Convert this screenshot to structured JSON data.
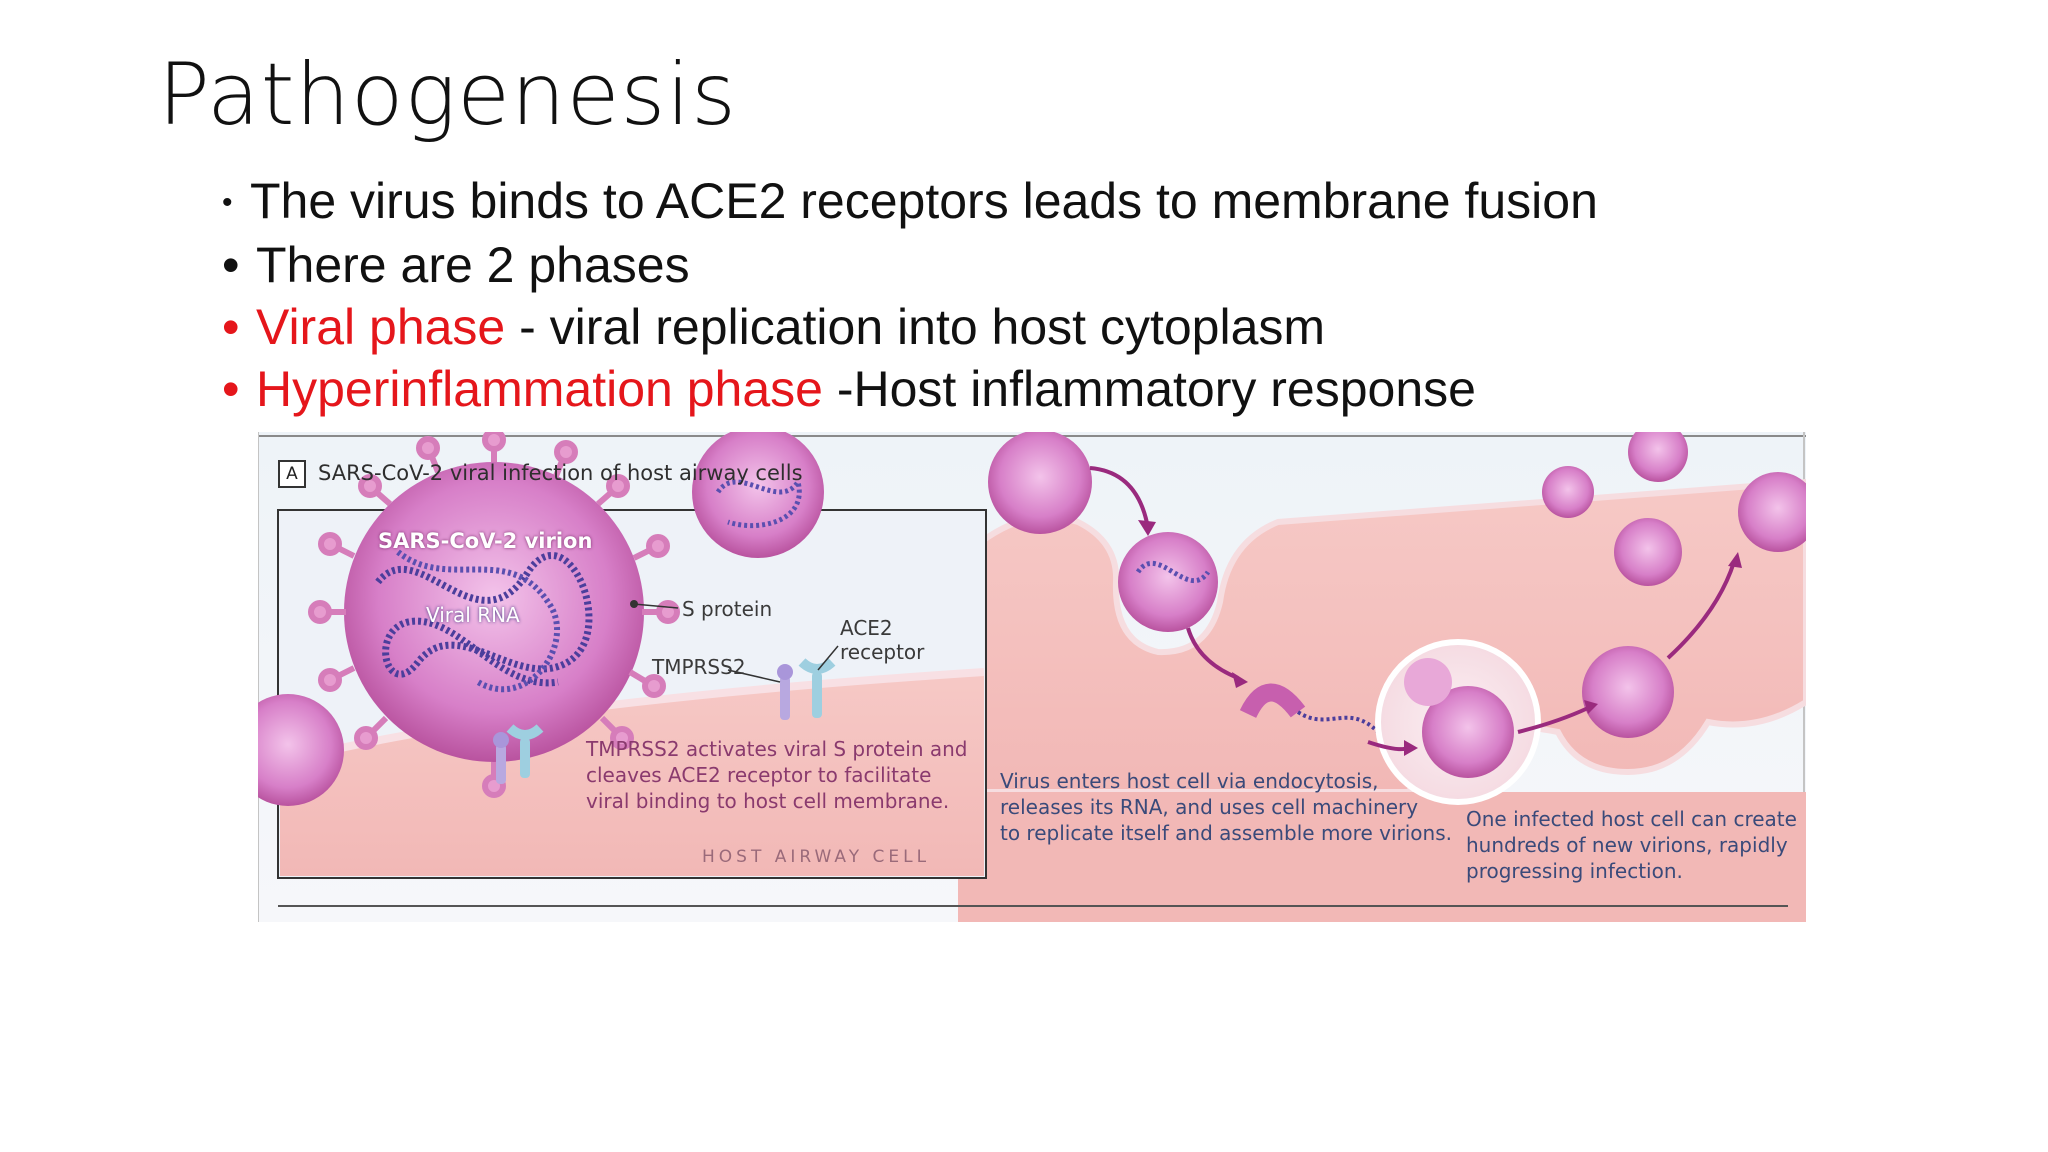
{
  "slide": {
    "title": "Pathogenesis",
    "bullets": [
      {
        "lead": "",
        "text": "The virus binds to ACE2 receptors leads to membrane fusion"
      },
      {
        "lead": "",
        "text": "There are 2 phases"
      },
      {
        "lead": "Viral phase",
        "text": " - viral replication into host cytoplasm"
      },
      {
        "lead": "Hyperinflammation phase",
        "text": " -Host inflammatory response"
      }
    ],
    "bullet_char": "•",
    "colors": {
      "highlight": "#e5161b",
      "text": "#111111"
    }
  },
  "figure": {
    "panel_letter": "A",
    "heading": "SARS-CoV-2 viral infection of host airway cells",
    "labels": {
      "virion": "SARS-CoV-2 virion",
      "rna": "Viral RNA",
      "s_protein": "S protein",
      "ace2": "ACE2\nreceptor",
      "tmprss2": "TMPRSS2",
      "host_cell": "HOST AIRWAY CELL"
    },
    "captions": {
      "tmprss2_action": "TMPRSS2 activates viral S protein and\ncleaves ACE2 receptor to facilitate\nviral binding to host cell membrane.",
      "endocytosis": "Virus enters host cell via endocytosis,\nreleases its RNA, and uses cell machinery\nto replicate itself and assemble more virions.",
      "spread": "One infected host cell can create\nhundreds of new virions, rapidly\nprogressing infection."
    }
  }
}
